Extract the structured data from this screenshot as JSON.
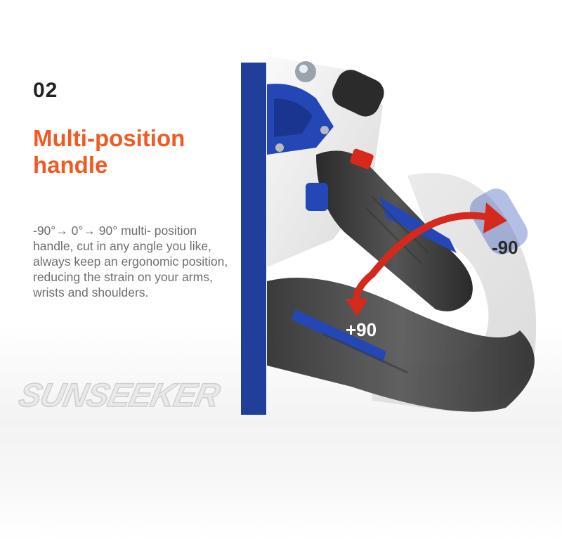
{
  "feature": {
    "number": "02",
    "title": "Multi-position handle",
    "description": "-90°→ 0°→ 90° multi- position handle, cut in any angle you like, always keep an ergonomic position, reducing the strain on your arms, wrists and shoulders."
  },
  "brand": {
    "name": "SUNSEEKER"
  },
  "rotation": {
    "label_minus": "-90",
    "label_plus": "+90"
  },
  "colors": {
    "accent": "#f15a22",
    "brand_blue": "#1f3f9b",
    "arrow_red": "#d7281e"
  }
}
